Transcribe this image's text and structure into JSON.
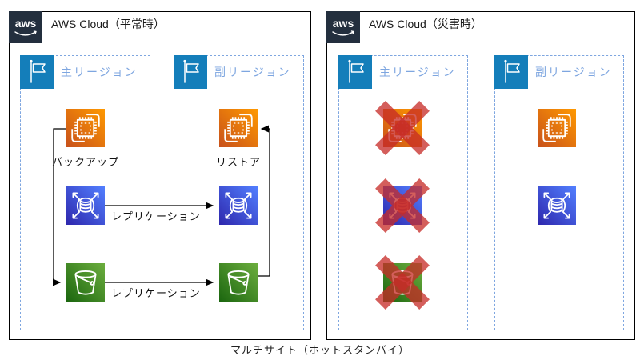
{
  "brand": {
    "logo_text": "aws"
  },
  "caption": "マルチサイト（ホットスタンバイ）",
  "panels": {
    "normal": {
      "title": "AWS Cloud（平常時）",
      "primary_region": {
        "label": "主リージョン",
        "nodes": [
          {
            "icon": "ec2-instances",
            "label": "バックアップ"
          },
          {
            "icon": "database"
          },
          {
            "icon": "s3-bucket"
          }
        ]
      },
      "secondary_region": {
        "label": "副リージョン",
        "nodes": [
          {
            "icon": "ec2-instances",
            "label": "リストア"
          },
          {
            "icon": "database"
          },
          {
            "icon": "s3-bucket"
          }
        ]
      },
      "arrows": [
        {
          "from": "primary-ec2-backup",
          "to": "primary-s3-bucket"
        },
        {
          "from": "primary-database",
          "to": "secondary-database",
          "label": "レプリケーション"
        },
        {
          "from": "primary-s3-bucket",
          "to": "secondary-s3-bucket",
          "label": "レプリケーション"
        },
        {
          "from": "secondary-s3-bucket",
          "to": "secondary-ec2-restore"
        }
      ]
    },
    "disaster": {
      "title": "AWS Cloud（災害時）",
      "primary_region": {
        "label": "主リージョン",
        "nodes": [
          {
            "icon": "ec2-instances",
            "failed": true
          },
          {
            "icon": "database",
            "failed": true
          },
          {
            "icon": "s3-bucket",
            "failed": true
          }
        ]
      },
      "secondary_region": {
        "label": "副リージョン",
        "nodes": [
          {
            "icon": "ec2-instances",
            "failed": false
          },
          {
            "icon": "database",
            "failed": false
          }
        ]
      }
    }
  },
  "colors": {
    "aws_dark": "#232F3E",
    "region_flag_blue": "#147EBA",
    "region_dashed_blue": "#7EA6E0",
    "ec2_gradient": [
      "#C8511B",
      "#FF9900"
    ],
    "database_gradient": [
      "#2E27AD",
      "#527FFF"
    ],
    "s3_gradient": [
      "#1B660F",
      "#6CAE3E"
    ],
    "failure_cross_red": "rgba(198,44,40,0.76)",
    "arrow_color": "#000000"
  }
}
